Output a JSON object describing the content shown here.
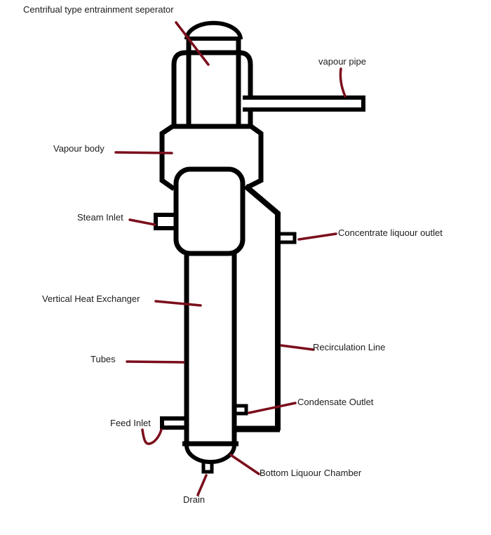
{
  "diagram": {
    "title": "Centrifual type entrainment seperator",
    "type": "evaporator-schematic"
  },
  "colors": {
    "line": "#000000",
    "pointer": "#7b0e1c",
    "text": "#1c1c1c",
    "background": "#ffffff"
  },
  "labels": {
    "separator": "Centrifual type entrainment seperator",
    "vapour_pipe": "vapour pipe",
    "vapour_body": "Vapour body",
    "steam_inlet": "Steam Inlet",
    "concentrate_outlet": "Concentrate liquour outlet",
    "heat_exchanger": "Vertical Heat Exchanger",
    "tubes": "Tubes",
    "recirculation": "Recirculation Line",
    "condensate_outlet": "Condensate Outlet",
    "feed_inlet": "Feed Inlet",
    "bottom_chamber": "Bottom Liquour Chamber",
    "drain": "Drain"
  }
}
